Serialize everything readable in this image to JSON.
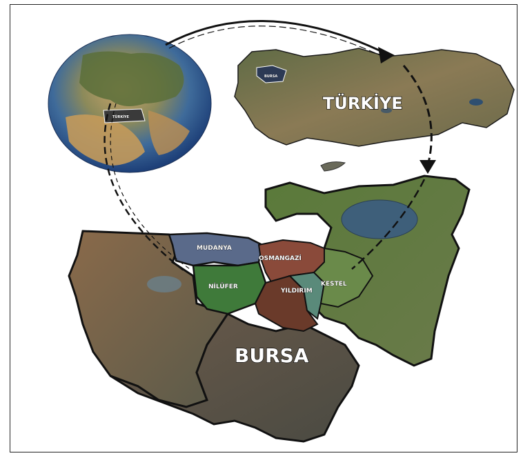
{
  "labels": {
    "country": "TÜRKİYE",
    "province": "BURSA",
    "globe_country": "TÜRKİYE",
    "inset_city": "BURSA",
    "districts": {
      "mudanya": "MUDANYA",
      "osmangazi": "OSMANGAZİ",
      "nilufer": "NİLÜFER",
      "yildirim": "YILDIRIM",
      "kestel": "KESTEL"
    }
  },
  "colors": {
    "frame": "#222222",
    "border": "#111111",
    "arrow": "#111111",
    "ocean": "#2a5a9a",
    "land_desert": "#b38a5a",
    "land_green": "#4f6b3a",
    "nilufer": "#3f7a3a",
    "mudanya": "#5a6a8a",
    "osmangazi": "#8a4a3a",
    "yildirim": "#5a8a7a",
    "kestel": "#6a8a4a",
    "lake": "#3e5f7a"
  },
  "icons": [
    "arrow-head-icon"
  ]
}
